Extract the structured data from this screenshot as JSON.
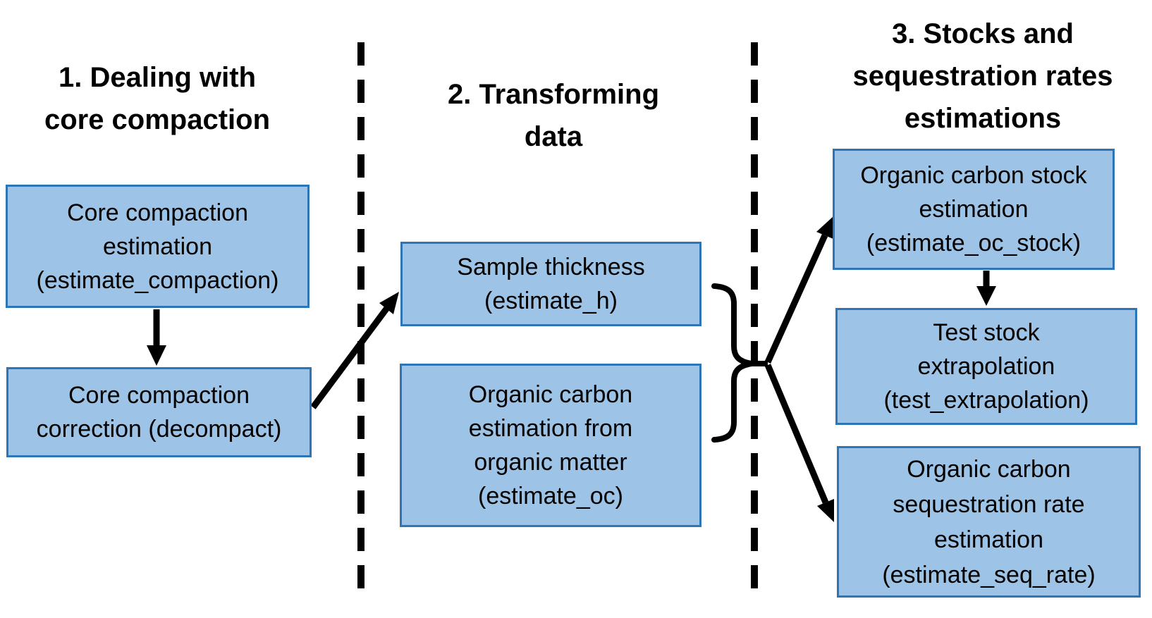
{
  "colors": {
    "box_fill": "#9DC3E6",
    "box_border": "#2E75B6",
    "line": "#000000",
    "text": "#000000",
    "background": "#FFFFFF"
  },
  "sections": [
    {
      "title_lines": [
        "1. Dealing with",
        "core compaction"
      ]
    },
    {
      "title_lines": [
        "2. Transforming",
        "data"
      ]
    },
    {
      "title_lines": [
        "3. Stocks and",
        "sequestration rates",
        "estimations"
      ]
    }
  ],
  "boxes": {
    "estimate_compaction": {
      "lines": [
        "Core compaction",
        "estimation",
        "(estimate_compaction)"
      ]
    },
    "decompact": {
      "lines": [
        "Core compaction",
        "correction (decompact)"
      ]
    },
    "estimate_h": {
      "lines": [
        "Sample thickness",
        "(estimate_h)"
      ]
    },
    "estimate_oc": {
      "lines": [
        "Organic carbon",
        "estimation from",
        "organic matter",
        "(estimate_oc)"
      ]
    },
    "estimate_oc_stock": {
      "lines": [
        "Organic carbon stock",
        "estimation",
        "(estimate_oc_stock)"
      ]
    },
    "test_extrapolation": {
      "lines": [
        "Test stock",
        "extrapolation",
        "(test_extrapolation)"
      ]
    },
    "estimate_seq_rate": {
      "lines": [
        "Organic carbon",
        "sequestration rate",
        "estimation",
        "(estimate_seq_rate)"
      ]
    }
  },
  "connectors": [
    {
      "type": "arrow",
      "from": "estimate_compaction",
      "to": "decompact"
    },
    {
      "type": "arrow",
      "from": "decompact",
      "to": "estimate_h"
    },
    {
      "type": "brace-group",
      "groups": [
        "estimate_h",
        "estimate_oc"
      ]
    },
    {
      "type": "arrow",
      "from": "brace-group",
      "to": "estimate_oc_stock"
    },
    {
      "type": "arrow",
      "from": "brace-group",
      "to": "estimate_seq_rate"
    },
    {
      "type": "arrow",
      "from": "estimate_oc_stock",
      "to": "test_extrapolation"
    },
    {
      "type": "dashed-divider",
      "between": [
        "section-1",
        "section-2"
      ]
    },
    {
      "type": "dashed-divider",
      "between": [
        "section-2",
        "section-3"
      ]
    }
  ]
}
